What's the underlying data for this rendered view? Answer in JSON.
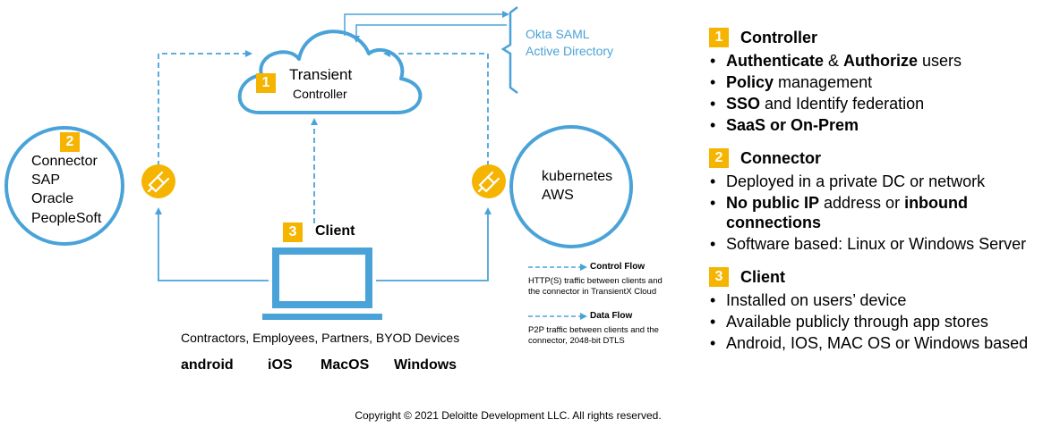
{
  "controller_node": {
    "number": "1",
    "title": "Transient",
    "subtitle": "Controller"
  },
  "idp": {
    "lines": [
      "Okta SAML",
      "Active Directory"
    ]
  },
  "connector_node": {
    "number": "2",
    "lines": [
      "Connector",
      "SAP",
      "Oracle",
      "PeopleSoft"
    ]
  },
  "cloud_node": {
    "lines": [
      "kubernetes",
      "AWS"
    ]
  },
  "client_node": {
    "number": "3",
    "title": "Client",
    "users": "Contractors, Employees, Partners, BYOD Devices",
    "platforms": [
      "android",
      "iOS",
      "MacOS",
      "Windows"
    ]
  },
  "legend": {
    "control": {
      "title": "Control Flow",
      "desc": [
        "HTTP(S) traffic between clients and",
        "the connector in TransientX Cloud"
      ]
    },
    "data": {
      "title": "Data Flow",
      "desc": [
        "P2P traffic between clients and the",
        "connector, 2048-bit DTLS"
      ]
    }
  },
  "icons": {
    "connector_plug": "plug-icon",
    "gateway_plug": "plug-icon",
    "client_device": "laptop-icon",
    "cloud": "cloud-icon"
  },
  "colors": {
    "blue": "#4aa3d8",
    "badge": "#f5b400"
  },
  "panel": {
    "controller": {
      "number": "1",
      "title": "Controller",
      "bullets": [
        [
          {
            "t": "Authenticate",
            "b": true
          },
          {
            "t": " & ",
            "b": false
          },
          {
            "t": "Authorize",
            "b": true
          },
          {
            "t": " users",
            "b": false
          }
        ],
        [
          {
            "t": "Policy",
            "b": true
          },
          {
            "t": " management",
            "b": false
          }
        ],
        [
          {
            "t": "SSO",
            "b": true
          },
          {
            "t": " and Identify federation",
            "b": false
          }
        ],
        [
          {
            "t": "SaaS or On-Prem",
            "b": true
          }
        ]
      ]
    },
    "connector": {
      "number": "2",
      "title": "Connector",
      "bullets": [
        [
          {
            "t": "Deployed in a private DC or network",
            "b": false
          }
        ],
        [
          {
            "t": "No public IP",
            "b": true
          },
          {
            "t": " address or ",
            "b": false
          },
          {
            "t": "inbound connections",
            "b": true
          }
        ],
        [
          {
            "t": "Software based: Linux or Windows Server",
            "b": false
          }
        ]
      ]
    },
    "client": {
      "number": "3",
      "title": "Client",
      "bullets": [
        [
          {
            "t": "Installed on users’ device",
            "b": false
          }
        ],
        [
          {
            "t": "Available publicly through app stores",
            "b": false
          }
        ],
        [
          {
            "t": "Android, IOS, MAC OS or Windows based",
            "b": false
          }
        ]
      ]
    }
  },
  "copyright": "Copyright © 2021 Deloitte Development LLC. All rights reserved."
}
